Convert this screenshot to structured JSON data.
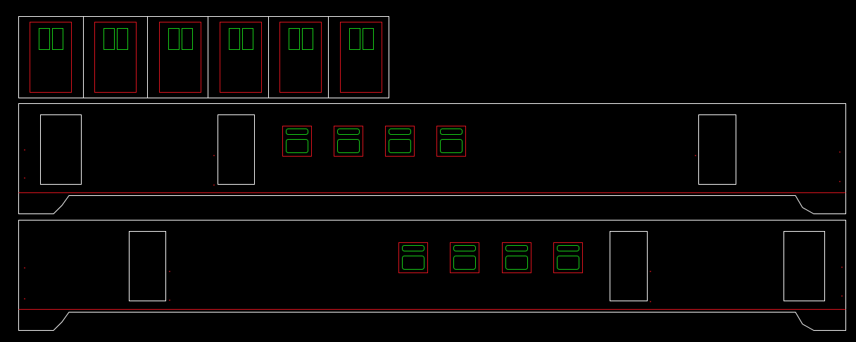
{
  "colors": {
    "background": "#000000",
    "outline": "#ffffff",
    "cut": "#e0141e",
    "window": "#19d219"
  },
  "drawing": {
    "door_panel_count": 6,
    "side_panel_count": 2,
    "windows_per_side": 4
  }
}
